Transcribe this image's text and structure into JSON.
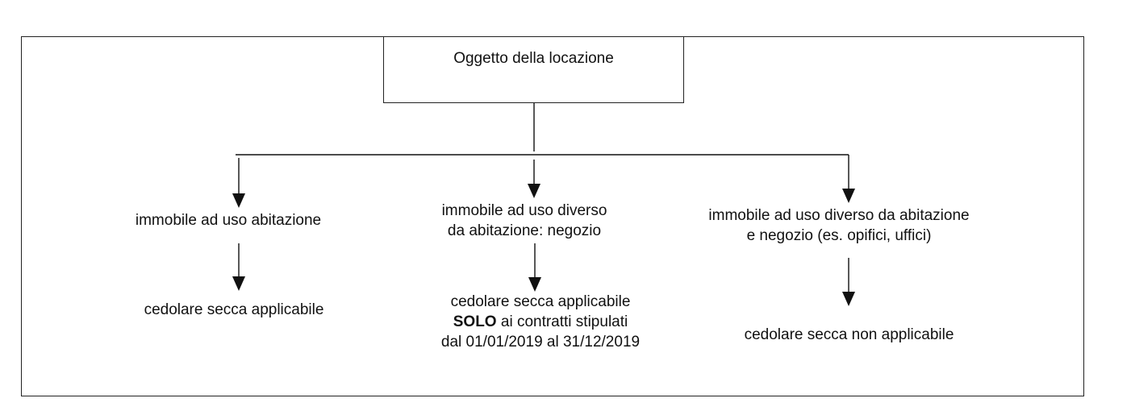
{
  "root": {
    "label": "Oggetto della locazione"
  },
  "branches": [
    {
      "category": [
        "immobile ad uso abitazione"
      ],
      "outcome": [
        "cedolare secca applicabile"
      ]
    },
    {
      "category": [
        "immobile ad uso diverso",
        "da abitazione: negozio"
      ],
      "outcome_line1": "cedolare secca applicabile",
      "outcome_line2_bold": "SOLO",
      "outcome_line2_rest": " ai contratti stipulati",
      "outcome_line3": "dal 01/01/2019 al 31/12/2019"
    },
    {
      "category": [
        "immobile ad uso diverso da abitazione",
        "e negozio (es. opifici, uffici)"
      ],
      "outcome": [
        "cedolare secca non applicabile"
      ]
    }
  ],
  "colors": {
    "line": "#111111",
    "text": "#111111",
    "background": "#ffffff"
  }
}
